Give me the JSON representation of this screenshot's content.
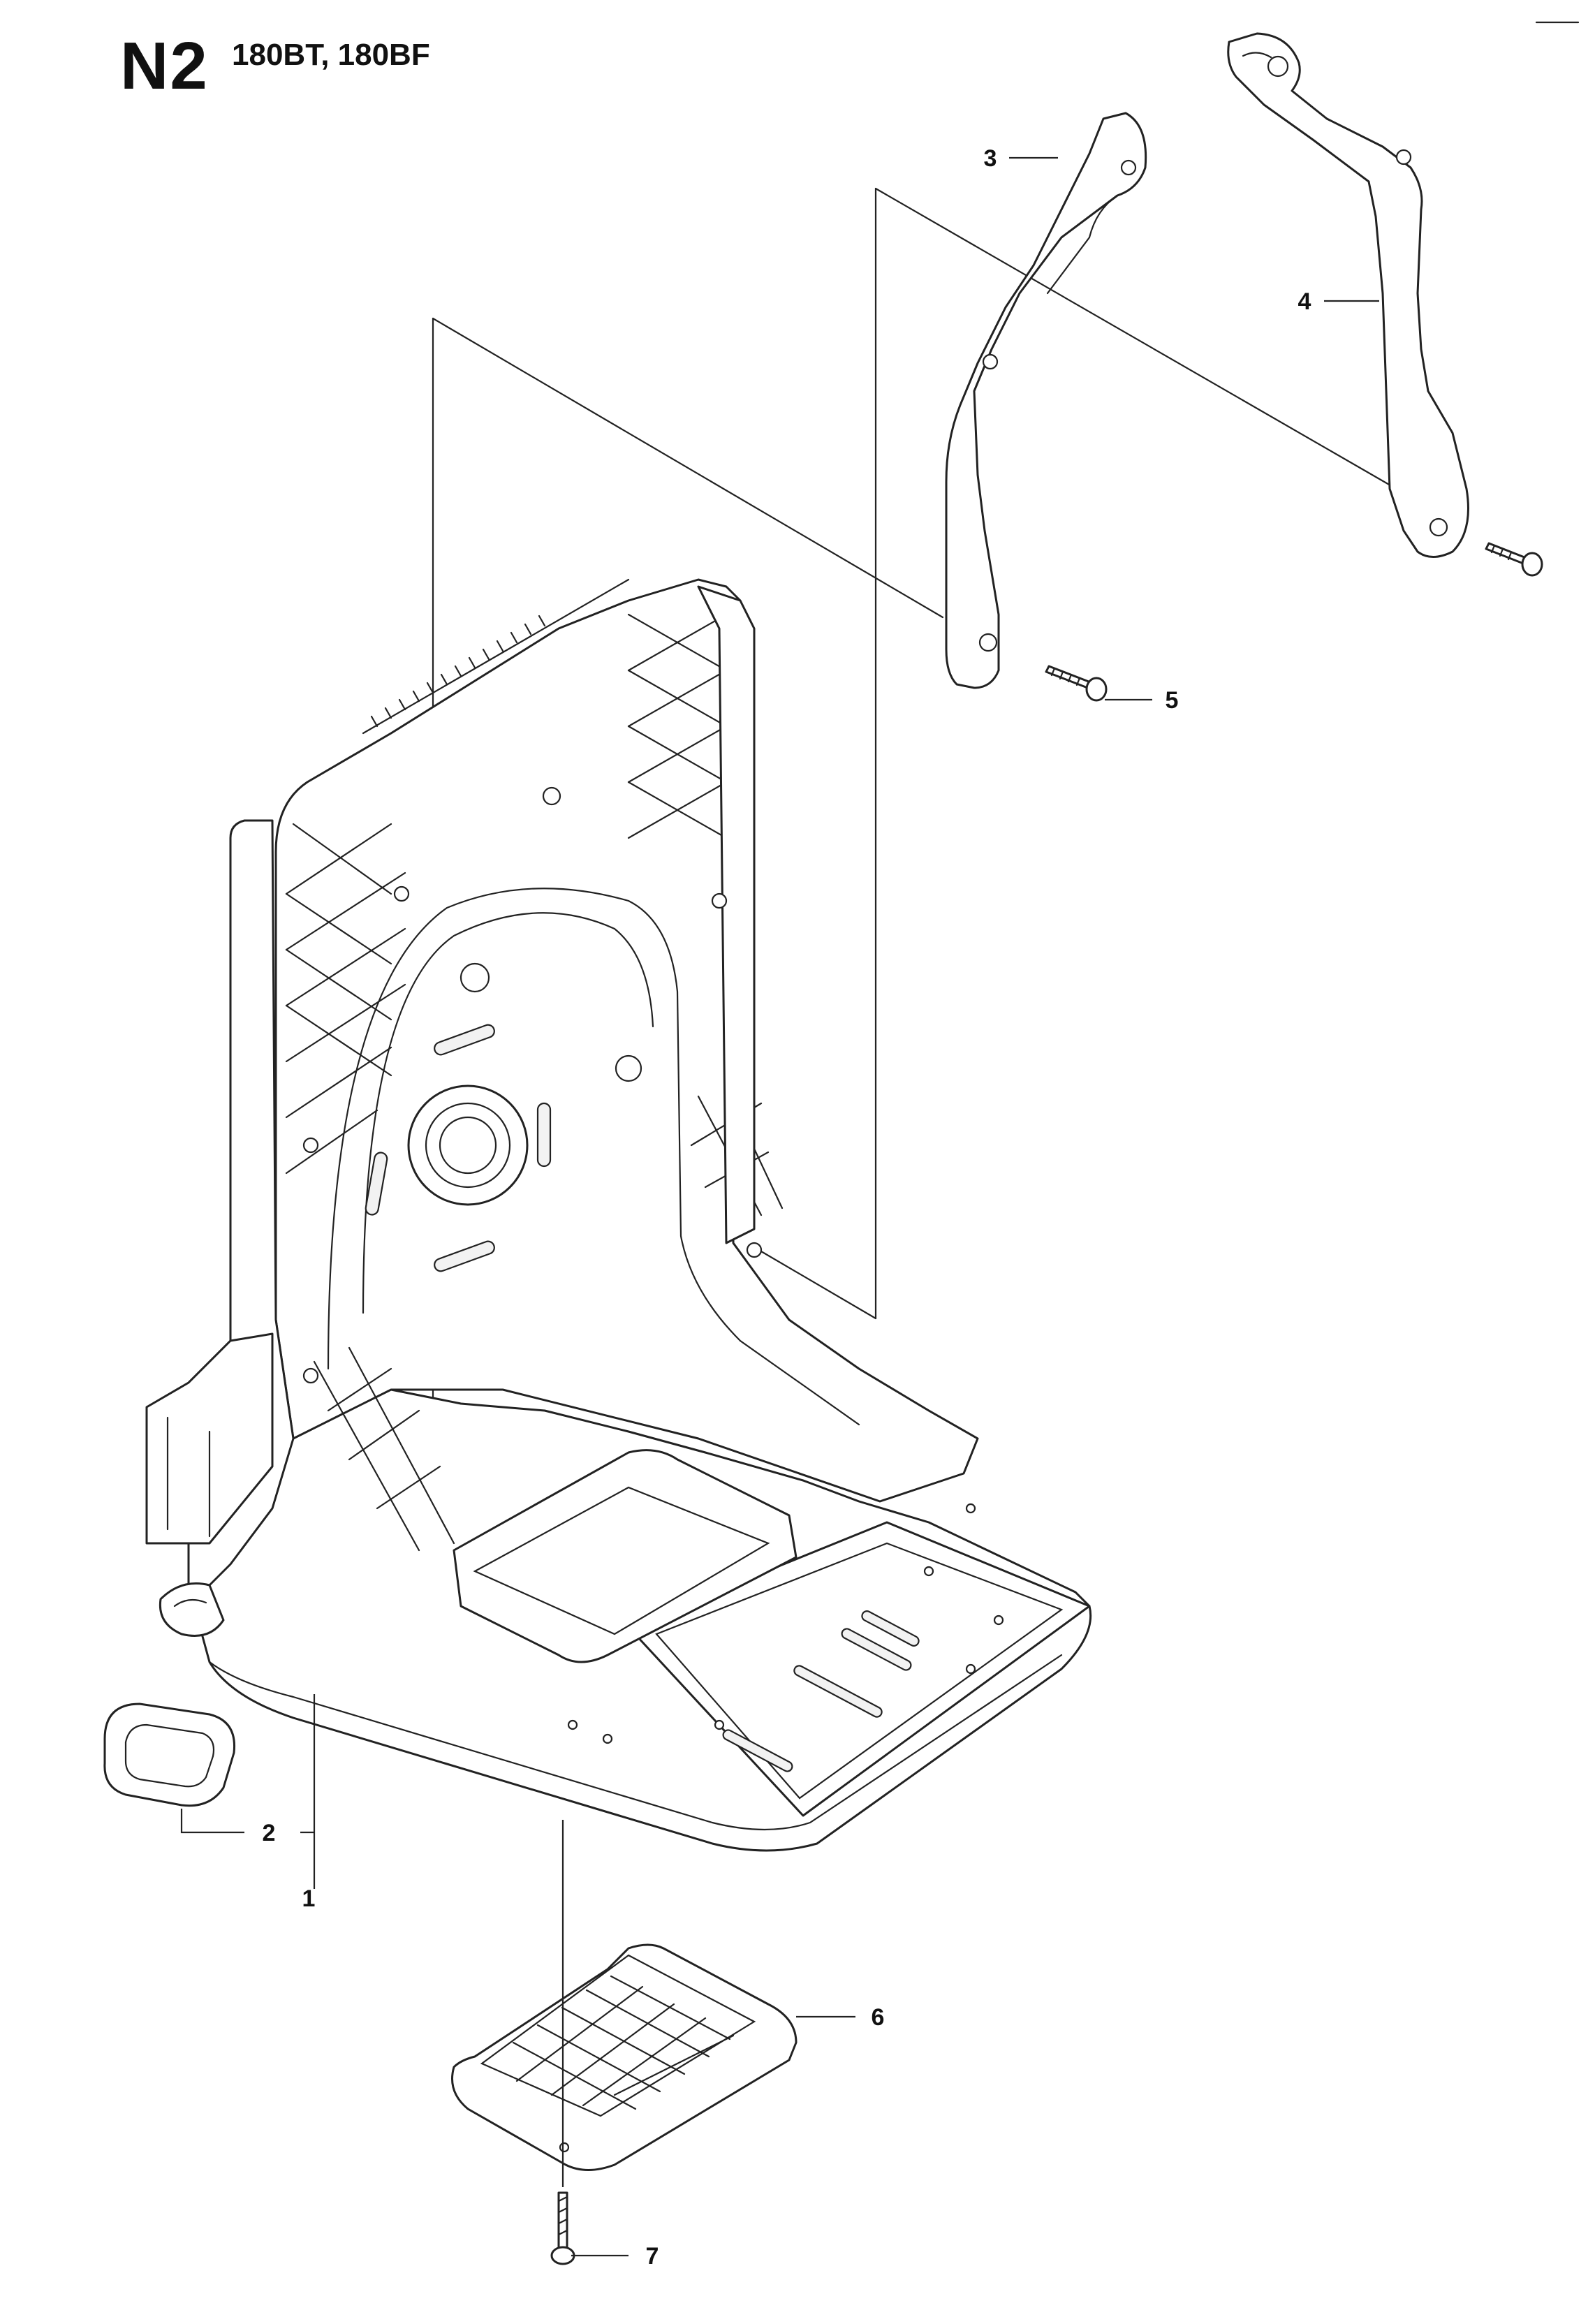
{
  "header": {
    "section_code": "N2",
    "models": "180BT, 180BF"
  },
  "callouts": [
    {
      "id": "1",
      "label": "1"
    },
    {
      "id": "2",
      "label": "2"
    },
    {
      "id": "3",
      "label": "3"
    },
    {
      "id": "4",
      "label": "4"
    },
    {
      "id": "5",
      "label": "5"
    },
    {
      "id": "6",
      "label": "6"
    },
    {
      "id": "7",
      "label": "7"
    }
  ]
}
